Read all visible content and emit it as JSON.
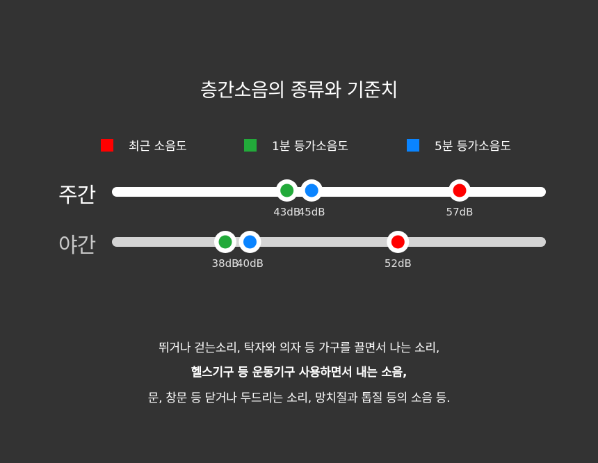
{
  "title": "층간소음의 종류와 기준치",
  "legend": [
    {
      "label": "최근 소음도",
      "color": "#ff0000"
    },
    {
      "label": "1분 등가소음도",
      "color": "#22aa3a"
    },
    {
      "label": "5분 등가소음도",
      "color": "#0a84ff"
    }
  ],
  "chart_data": {
    "type": "scatter",
    "series": [
      {
        "row": "주간",
        "points": [
          {
            "value": 43,
            "label": "43dB",
            "color": "#22aa3a"
          },
          {
            "value": 45,
            "label": "45dB",
            "color": "#0a84ff"
          },
          {
            "value": 57,
            "label": "57dB",
            "color": "#ff0000"
          }
        ]
      },
      {
        "row": "야간",
        "points": [
          {
            "value": 38,
            "label": "38dB",
            "color": "#22aa3a"
          },
          {
            "value": 40,
            "label": "40dB",
            "color": "#0a84ff"
          },
          {
            "value": 52,
            "label": "52dB",
            "color": "#ff0000"
          }
        ]
      }
    ]
  },
  "rows": {
    "day_label": "주간",
    "night_label": "야간",
    "day_track_color": "#ffffff",
    "night_track_color": "#d4d4d4",
    "day_label_color": "#ffffff",
    "night_label_color": "#c8c8c8"
  },
  "caption": {
    "line1": "뛰거나 걷는소리, 탁자와 의자 등 가구를 끌면서 나는 소리,",
    "line2": "헬스기구 등 운동기구 사용하면서 내는 소음,",
    "line3": "문, 창문 등 닫거나 두드리는 소리, 망치질과 톱질 등의 소음 등."
  }
}
